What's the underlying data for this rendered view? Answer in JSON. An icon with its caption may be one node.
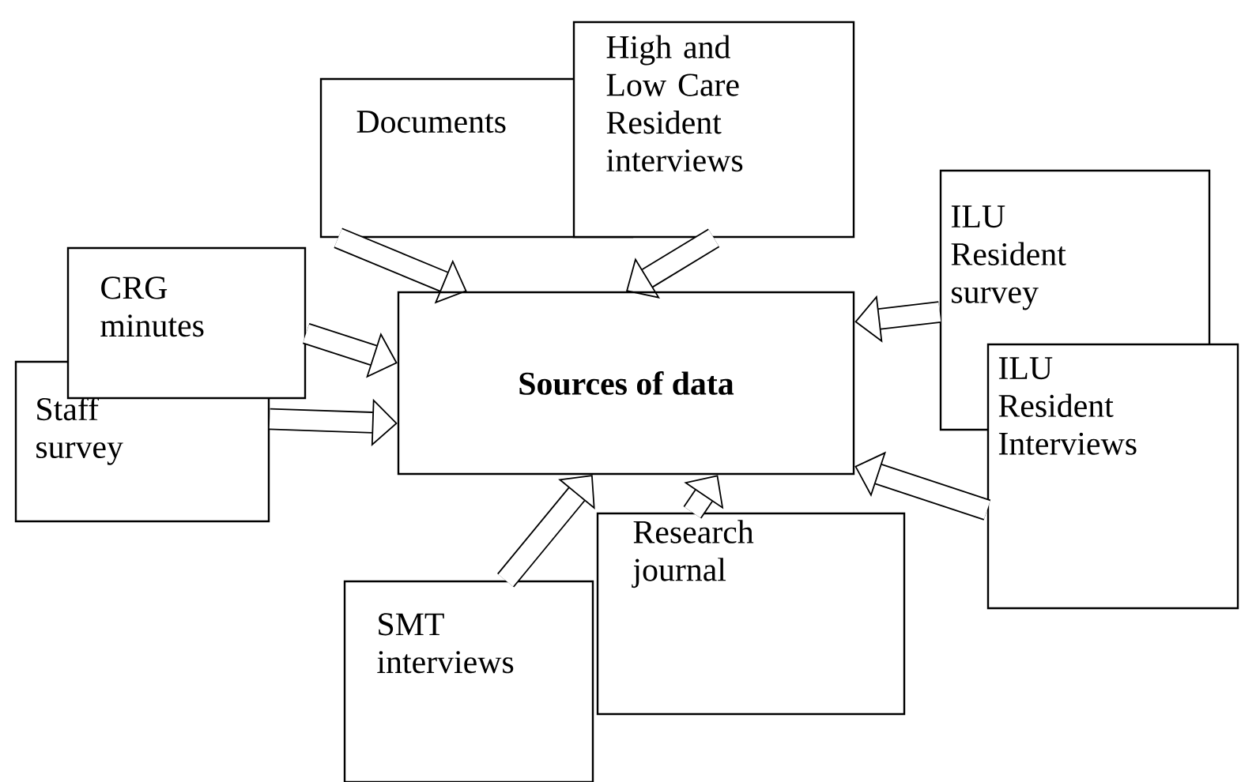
{
  "diagram": {
    "nodes": [
      {
        "text": [
          "Documents"
        ]
      },
      {
        "text": [
          "High and Low Care Resident interviews"
        ]
      },
      {
        "text": [
          "ILU Resident survey"
        ]
      },
      {
        "text": [
          "CRG minutes"
        ]
      },
      {
        "text": [
          "Sources of data"
        ]
      },
      {
        "text": [
          "ILU Resident Interviews"
        ]
      },
      {
        "text": [
          "Staff survey"
        ]
      },
      {
        "text": [
          "Research journal"
        ]
      },
      {
        "text": [
          "SMT interviews"
        ]
      }
    ],
    "edges": [
      {
        "from": 0,
        "to": 4,
        "arrow": "to"
      },
      {
        "from": 1,
        "to": 4,
        "arrow": "to"
      },
      {
        "from": 2,
        "to": 4,
        "arrow": "to"
      },
      {
        "from": 3,
        "to": 4,
        "arrow": "to"
      },
      {
        "from": 5,
        "to": 4,
        "arrow": "to"
      },
      {
        "from": 6,
        "to": 4,
        "arrow": "to"
      },
      {
        "from": 7,
        "to": 4,
        "arrow": "to"
      },
      {
        "from": 8,
        "to": 4,
        "arrow": "to"
      }
    ]
  }
}
